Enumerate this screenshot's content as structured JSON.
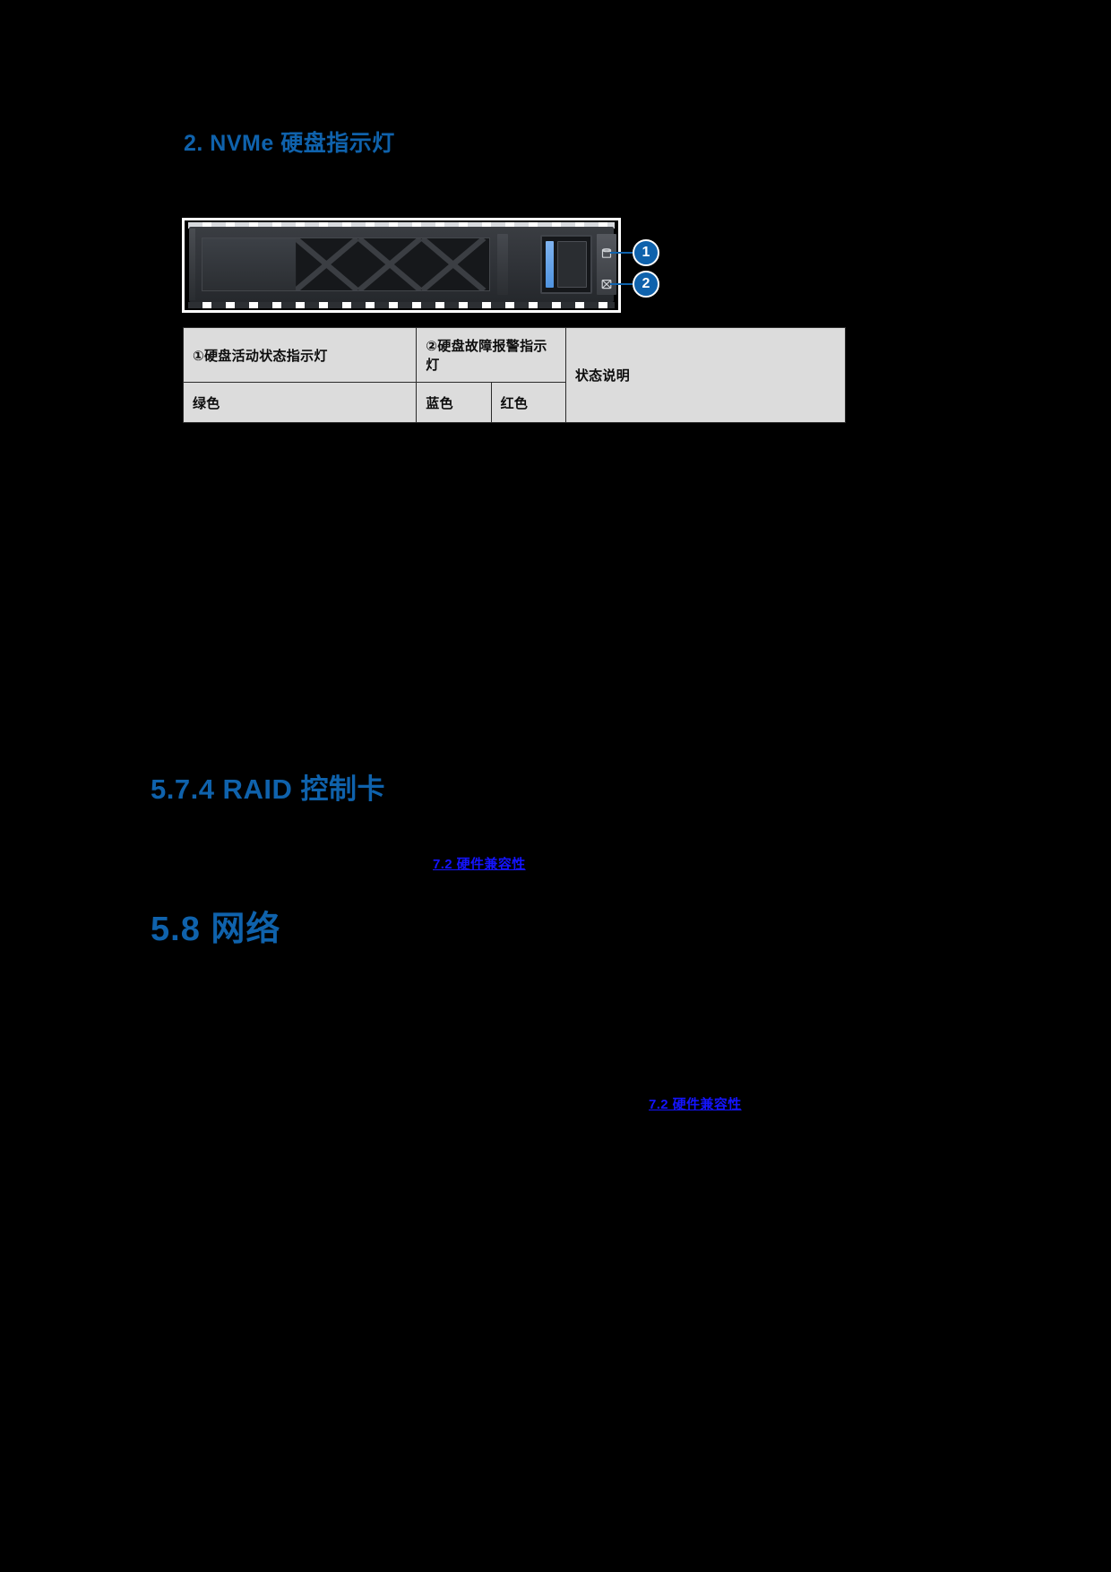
{
  "page": {
    "background_color": "#000000",
    "heading_color": "#0f62ac",
    "link_color": "#1414ff",
    "table_bg_color": "#dcdcdc"
  },
  "subheading": {
    "text": "2. NVMe 硬盘指示灯"
  },
  "figure": {
    "alt_name": "nvme-drive-tray-illustration",
    "callouts": [
      {
        "number": "1",
        "icon": "disk-activity-icon"
      },
      {
        "number": "2",
        "icon": "disk-fault-icon"
      }
    ]
  },
  "table": {
    "header": {
      "col1": "①硬盘活动状态指示灯",
      "col2": "②硬盘故障报警指示灯",
      "col4": "状态说明"
    },
    "row2": {
      "col1": "绿色",
      "col2": "蓝色",
      "col3": "红色"
    }
  },
  "sections": [
    {
      "id": "sec-5-7-4",
      "title": "5.7.4  RAID 控制卡",
      "link": "7.2  硬件兼容性"
    },
    {
      "id": "sec-5-8",
      "title": "5.8  网络",
      "link": "7.2  硬件兼容性"
    }
  ]
}
